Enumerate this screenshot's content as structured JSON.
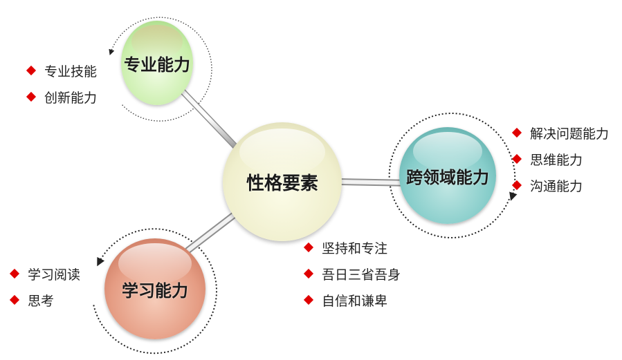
{
  "diagram": {
    "center": {
      "label": "性格要素",
      "color": "#f0efcd",
      "items": [
        "坚持和专注",
        "吾日三省吾身",
        "自信和谦卑"
      ]
    },
    "nodes": [
      {
        "id": "professional",
        "label": "专业能力",
        "color": "#c9eeaa",
        "items": [
          "专业技能",
          "创新能力"
        ]
      },
      {
        "id": "cross-domain",
        "label": "跨领域能力",
        "color": "#86cdca",
        "items": [
          "解决问题能力",
          "思维能力",
          "沟通能力"
        ]
      },
      {
        "id": "learning",
        "label": "学习能力",
        "color": "#e59c83",
        "items": [
          "学习阅读",
          "思考"
        ]
      }
    ],
    "bullet_color": "#e00000",
    "bullet_icon": "diamond-icon"
  }
}
